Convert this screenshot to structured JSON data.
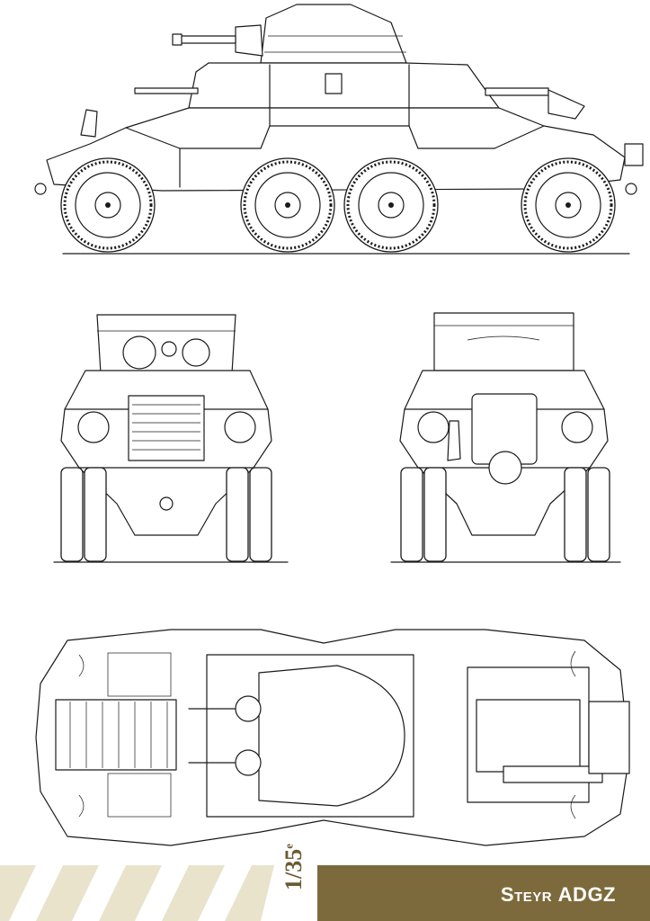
{
  "footer": {
    "scale_text": "1/35",
    "scale_suffix": "e",
    "title_prefix_big": "S",
    "title_prefix_small": "TEYR",
    "title_model": "ADGZ"
  },
  "colors": {
    "title_band": "#7d6a3c",
    "stripe": "#e9e3cc",
    "line": "#1a1a1a"
  }
}
